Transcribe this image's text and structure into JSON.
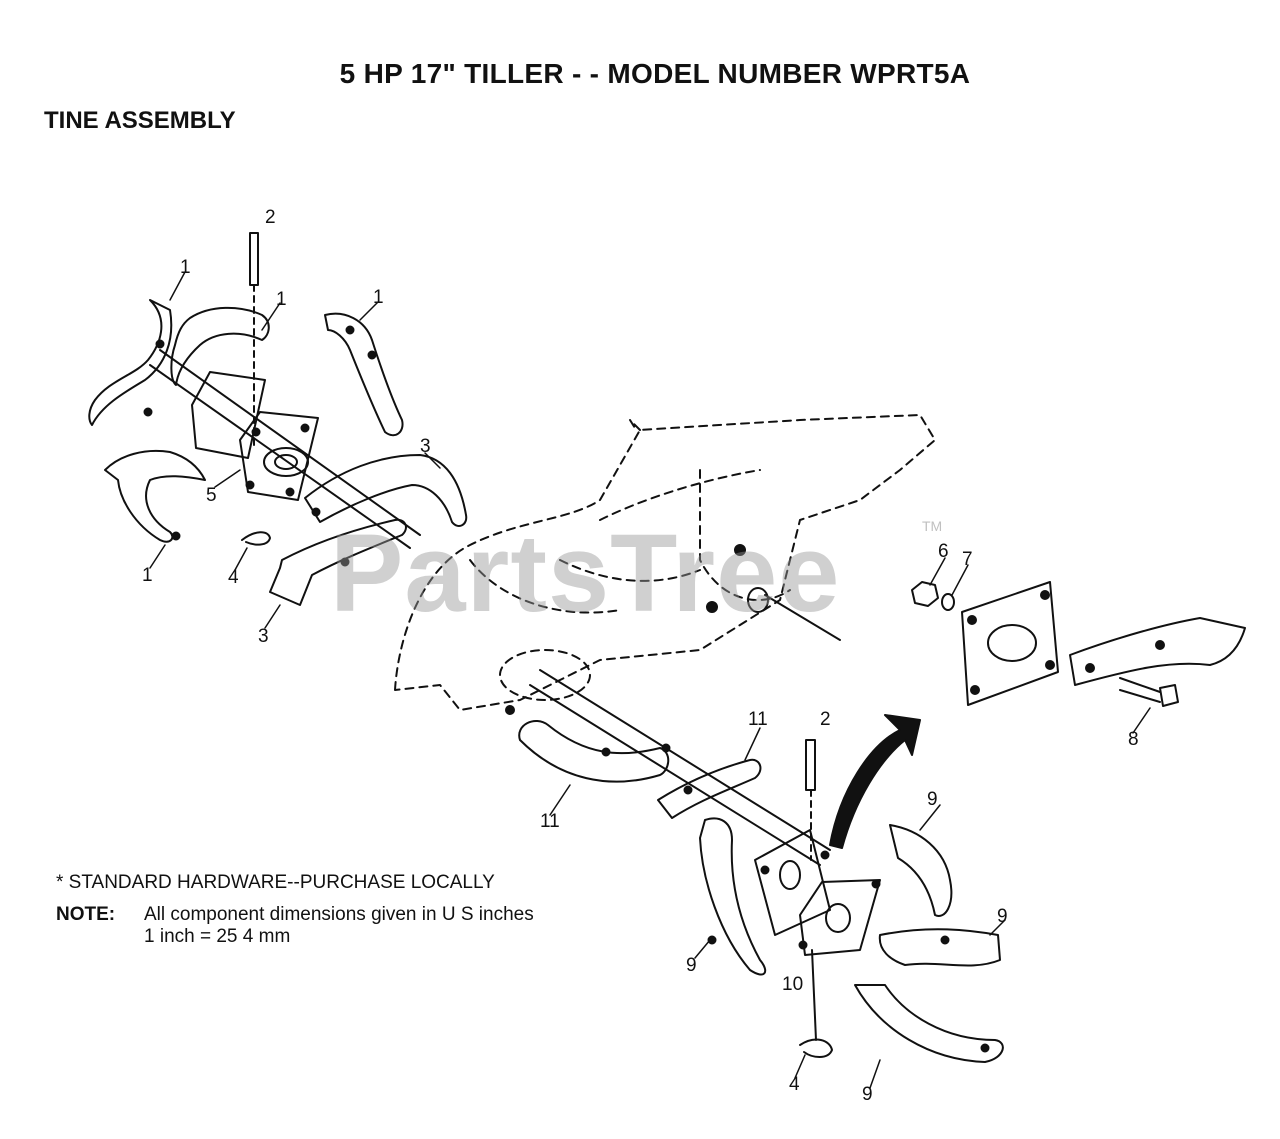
{
  "header": {
    "title": "5 HP 17\" TILLER - - MODEL NUMBER WPRT5A",
    "subtitle": "TINE ASSEMBLY"
  },
  "watermark": {
    "text": "PartsTree",
    "trademark": "TM"
  },
  "callouts": {
    "c1a": "1",
    "c1b": "1",
    "c1c": "1",
    "c1d": "1",
    "c2a": "2",
    "c2b": "2",
    "c3a": "3",
    "c3b": "3",
    "c4a": "4",
    "c4b": "4",
    "c5": "5",
    "c6": "6",
    "c7": "7",
    "c8": "8",
    "c9a": "9",
    "c9b": "9",
    "c9c": "9",
    "c9d": "9",
    "c10": "10",
    "c11a": "11",
    "c11b": "11"
  },
  "notes": {
    "standard": "* STANDARD HARDWARE--PURCHASE LOCALLY",
    "note_label": "NOTE:",
    "note_line1": "All component dimensions given in U S  inches",
    "note_line2": "1 inch = 25 4 mm"
  }
}
